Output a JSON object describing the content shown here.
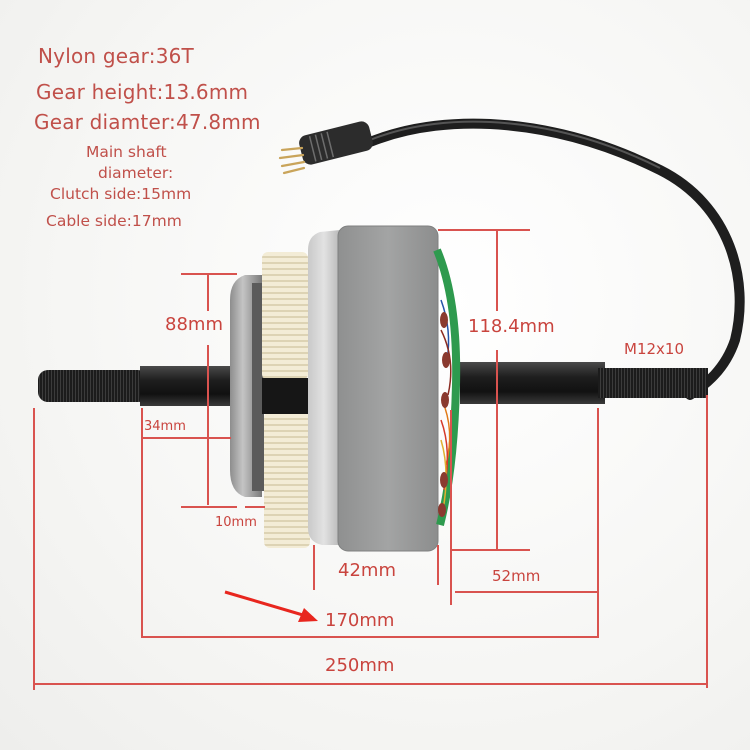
{
  "specs": {
    "nylon_gear": "Nylon gear:36T",
    "gear_height": "Gear height:13.6mm",
    "gear_diameter": "Gear diamter:47.8mm",
    "main_shaft_line1": "Main shaft",
    "main_shaft_line2": "diameter:",
    "clutch_side": "Clutch side:15mm",
    "cable_side": "Cable side:17mm"
  },
  "dimensions": {
    "flange_diameter": "88mm",
    "motor_diameter": "118.4mm",
    "thread": "M12x10",
    "left_shaft": "34mm",
    "gear_offset": "10mm",
    "motor_width": "42mm",
    "right_shaft": "52mm",
    "between_mounts": "170mm",
    "overall_length": "250mm"
  },
  "colors": {
    "annotation": "#d9534f",
    "spec_text": "#c0504a",
    "motor_housing": "#9a9b9b",
    "nylon_gear": "#f1ead2",
    "shaft": "#2a2a2a",
    "pcb": "#2e9a4e"
  }
}
